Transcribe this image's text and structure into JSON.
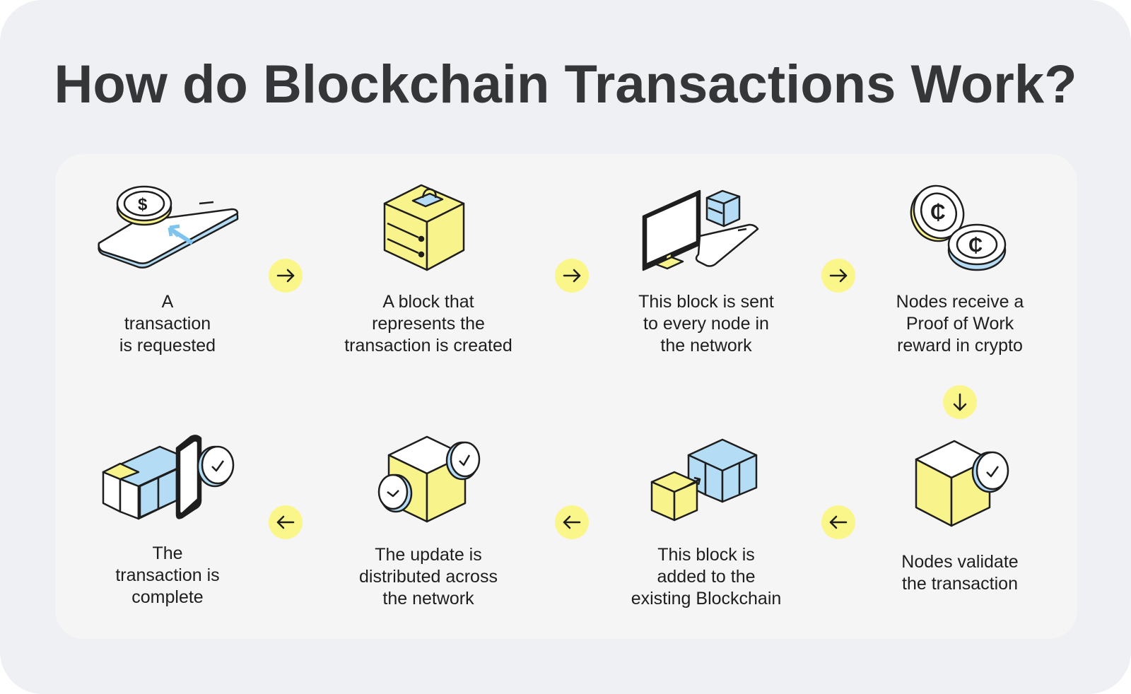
{
  "title": "How do Blockchain Transactions Work?",
  "colors": {
    "background": "#eef0f4",
    "panel": "#f5f5f5",
    "yellow": "#f8f38a",
    "blue": "#b5dcf5",
    "stroke": "#1e1e1e"
  },
  "steps": [
    {
      "icon": "phone-coin-icon",
      "label": "A\ntransaction\nis requested"
    },
    {
      "icon": "locked-block-icon",
      "label": "A block that\nrepresents the\ntransaction is created"
    },
    {
      "icon": "network-devices-icon",
      "label": "This block is sent\nto every node in\nthe network"
    },
    {
      "icon": "crypto-coins-icon",
      "label": "Nodes receive a\nProof of Work\nreward in crypto"
    },
    {
      "icon": "validated-block-icon",
      "label": "Nodes validate\nthe transaction"
    },
    {
      "icon": "block-added-icon",
      "label": "This block is\nadded to the\nexisting Blockchain"
    },
    {
      "icon": "distributed-block-icon",
      "label": "The update is\ndistributed across\nthe network"
    },
    {
      "icon": "chain-complete-icon",
      "label": "The\ntransaction is\ncomplete"
    }
  ],
  "arrows": [
    {
      "icon": "arrow-right-icon",
      "glyph": "right"
    },
    {
      "icon": "arrow-right-icon",
      "glyph": "right"
    },
    {
      "icon": "arrow-right-icon",
      "glyph": "right"
    },
    {
      "icon": "arrow-down-icon",
      "glyph": "down"
    },
    {
      "icon": "arrow-left-icon",
      "glyph": "left"
    },
    {
      "icon": "arrow-left-icon",
      "glyph": "left"
    },
    {
      "icon": "arrow-left-icon",
      "glyph": "left"
    }
  ]
}
